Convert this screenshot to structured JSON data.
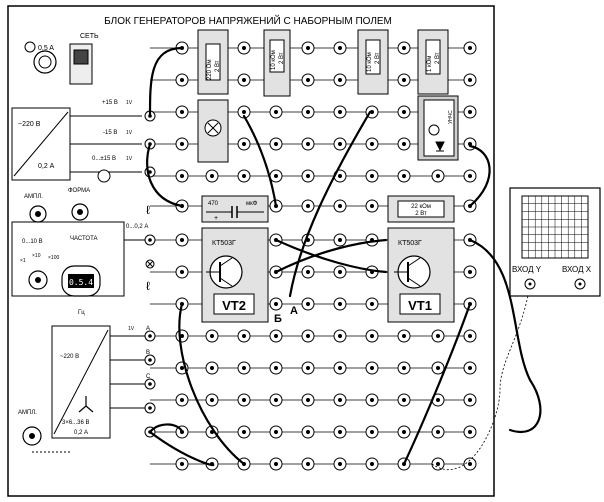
{
  "panel": {
    "title": "БЛОК ГЕНЕРАТОРОВ НАПРЯЖЕНИЙ С НАБОРНЫМ ПОЛЕМ"
  },
  "power": {
    "fuse_label": "0,5 A",
    "mains_label": "СЕТЬ"
  },
  "dc_supply": {
    "input_label": "~220 В",
    "current_label": "0,2 А",
    "out1_label": "+15 В",
    "out2_label": "-15 В",
    "out3_label": "0...±15 В",
    "out1_tag": "1V",
    "out2_tag": "1V",
    "out3_tag": "1V"
  },
  "generator": {
    "ampl_label": "АМПЛ.",
    "form_label": "ФОРМА",
    "freq_label": "ЧАСТОТА",
    "range_label": "0...10 В",
    "mult1": "×1",
    "mult10": "×10",
    "mult100": "×100",
    "display_value": "0.5.4",
    "unit_label": "Гц",
    "out_label": "0...0,2 А"
  },
  "three_phase": {
    "input_label": "~220 В",
    "output_label": "3×6...36 В",
    "current_label": "0,2 А",
    "ampl_label": "АМПЛ.",
    "phase_a": "A",
    "phase_b": "B",
    "phase_c": "C",
    "tag": "1V"
  },
  "components": {
    "r1_value": "220 Ом",
    "r1_power": "2 Вт",
    "r2_value": "10 кОм",
    "r2_power": "2 Вт",
    "r3_value": "10 кОм",
    "r3_power": "2 Вт",
    "r4_value": "1 кОм",
    "r4_power": "2 Вт",
    "led_label": "УНЧС",
    "cap_value": "470",
    "cap_unit": "мкФ",
    "cap_plus": "+",
    "r5_value": "22 кОм",
    "r5_power": "2 Вт",
    "vt2_part": "КТ503Г",
    "vt2_name": "VT2",
    "vt1_part": "КТ503Г",
    "vt1_name": "VT1",
    "node_b": "Б",
    "node_a": "А"
  },
  "oscilloscope": {
    "input_y": "ВХОД Y",
    "input_x": "ВХОД X"
  }
}
